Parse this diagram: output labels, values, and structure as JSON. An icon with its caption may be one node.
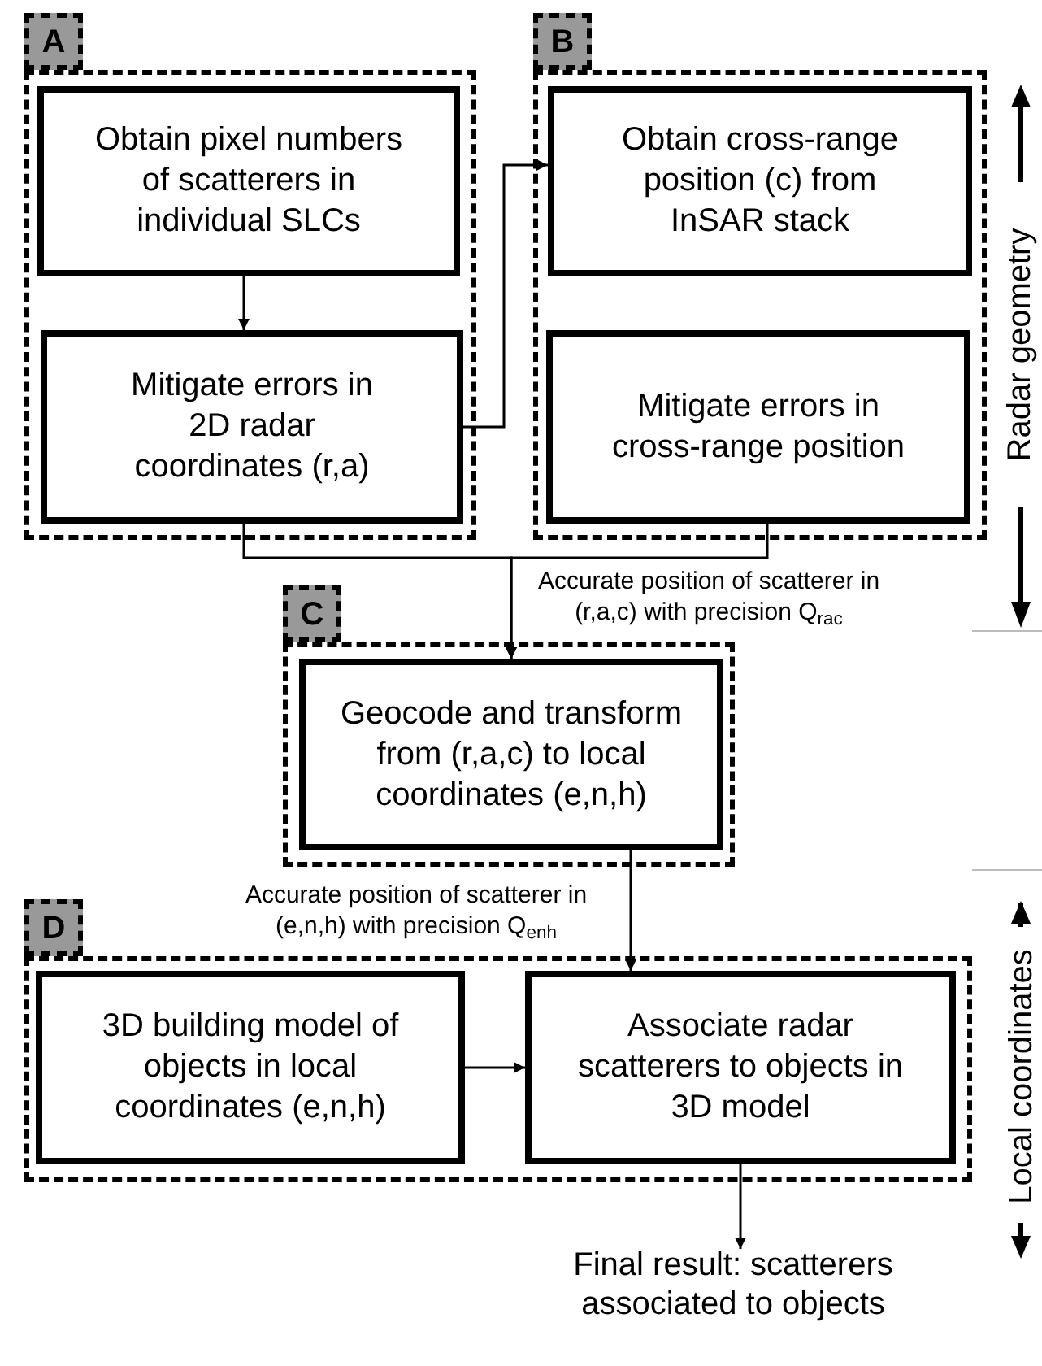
{
  "diagram": {
    "nodes": [
      {
        "text": [
          "A"
        ]
      },
      {
        "text": [
          "Obtain pixel numbers of scatterers in individual SLCs"
        ],
        "in": 0
      },
      {
        "text": [
          "Mitigate errors in 2D radar coordinates (r,a)"
        ],
        "in": 0
      },
      {
        "text": [
          "B"
        ]
      },
      {
        "text": [
          "Obtain cross-range position (c) from InSAR stack"
        ],
        "in": 3
      },
      {
        "text": [
          "Mitigate errors in cross-range position"
        ],
        "in": 3
      },
      {
        "text": [
          "C"
        ]
      },
      {
        "text": [
          "Geocode and transform from (r,a,c) to local coordinates (e,n,h)"
        ],
        "in": 6
      },
      {
        "text": [
          "D"
        ]
      },
      {
        "text": [
          "3D building model of objects in local coordinates (e,n,h)"
        ],
        "in": 8
      },
      {
        "text": [
          "Associate radar scatterers to objects in 3D model"
        ],
        "in": 8
      },
      {
        "text": [
          "Final result: scatterers associated to objects"
        ]
      }
    ],
    "edges": [
      {
        "from": 1,
        "to": 2,
        "arrow": "to"
      },
      {
        "from": 2,
        "to": 4,
        "arrow": "to"
      },
      {
        "from": 2,
        "to": 7,
        "arrow": "to",
        "label": "Accurate position of scatterer in (r,a,c) with precision Q$_{rac}$"
      },
      {
        "from": 5,
        "to": 7,
        "arrow": "to"
      },
      {
        "from": 7,
        "to": 10,
        "arrow": "to",
        "label": "Accurate position of scatterer in (e,n,h) with precision Q$_{enh}$"
      },
      {
        "from": 9,
        "to": 10,
        "arrow": "to"
      },
      {
        "from": 10,
        "to": 11,
        "arrow": "to"
      }
    ],
    "labels": [
      "Radar geometry",
      "Local coordinates"
    ]
  }
}
